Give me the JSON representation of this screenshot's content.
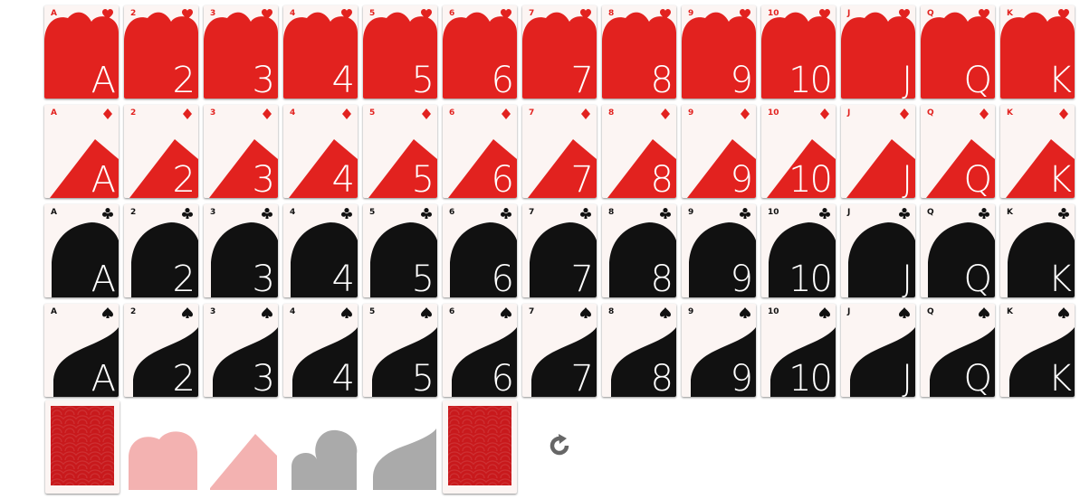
{
  "colors": {
    "red": "#e2221f",
    "black": "#111111",
    "card_face": "#fcf5f3",
    "placeholder_red": "#f3b2b1",
    "placeholder_gray": "#aaaaaa",
    "back": "#c8191c",
    "reload_icon": "#666666"
  },
  "ranks": [
    "A",
    "2",
    "3",
    "4",
    "5",
    "6",
    "7",
    "8",
    "9",
    "10",
    "J",
    "Q",
    "K"
  ],
  "corner_ranks": [
    "A",
    "2",
    "3",
    "4",
    "5",
    "6",
    "7",
    "8",
    "9",
    "10",
    "J",
    "Q",
    "K"
  ],
  "suits": [
    {
      "name": "hearts",
      "icon": "heart-icon",
      "color": "red"
    },
    {
      "name": "diamonds",
      "icon": "diamond-icon",
      "color": "red"
    },
    {
      "name": "clubs",
      "icon": "club-icon",
      "color": "black"
    },
    {
      "name": "spades",
      "icon": "spade-icon",
      "color": "black"
    }
  ],
  "foundation_placeholders": [
    "heart-icon",
    "diamond-icon",
    "club-icon",
    "spade-icon"
  ],
  "stock": {
    "icon": "card-back"
  },
  "waste": {
    "icon": "card-back"
  },
  "controls": {
    "reload_icon": "reload-icon"
  }
}
